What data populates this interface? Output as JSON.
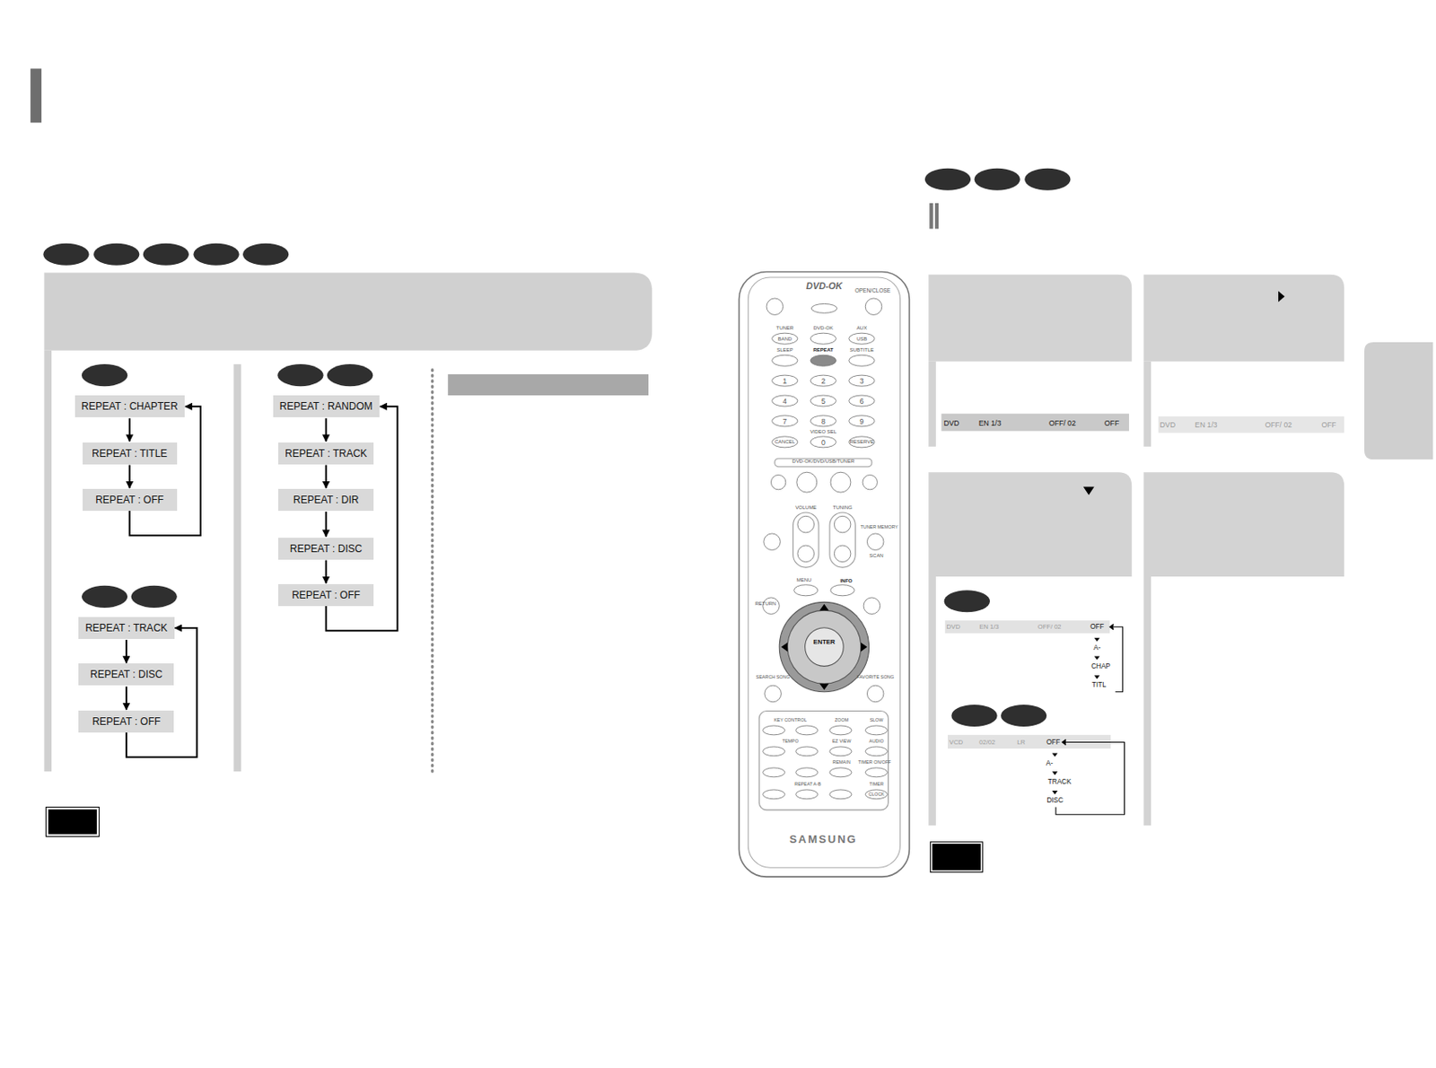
{
  "diagram": {
    "nodes": [
      {
        "text": [
          "REPEAT : CHAPTER"
        ]
      },
      {
        "text": [
          "REPEAT : TITLE"
        ]
      },
      {
        "text": [
          "REPEAT : OFF"
        ]
      },
      {
        "text": [
          "REPEAT : RANDOM"
        ]
      },
      {
        "text": [
          "REPEAT : TRACK"
        ]
      },
      {
        "text": [
          "REPEAT : DIR"
        ]
      },
      {
        "text": [
          "REPEAT : DISC"
        ]
      },
      {
        "text": [
          "REPEAT : OFF"
        ]
      },
      {
        "text": [
          "REPEAT : TRACK"
        ]
      },
      {
        "text": [
          "REPEAT : DISC"
        ]
      },
      {
        "text": [
          "REPEAT : OFF"
        ]
      }
    ],
    "edges": [
      {
        "from": 0,
        "to": 1,
        "arrow": "to"
      },
      {
        "from": 1,
        "to": 2,
        "arrow": "to"
      },
      {
        "from": 2,
        "to": 0,
        "arrow": "to"
      },
      {
        "from": 3,
        "to": 4,
        "arrow": "to"
      },
      {
        "from": 4,
        "to": 5,
        "arrow": "to"
      },
      {
        "from": 5,
        "to": 6,
        "arrow": "to"
      },
      {
        "from": 6,
        "to": 7,
        "arrow": "to"
      },
      {
        "from": 7,
        "to": 3,
        "arrow": "to"
      },
      {
        "from": 8,
        "to": 9,
        "arrow": "to"
      },
      {
        "from": 9,
        "to": 10,
        "arrow": "to"
      },
      {
        "from": 10,
        "to": 8,
        "arrow": "to"
      }
    ],
    "labels": [
      "DVD-OK",
      "OPEN/CLOSE",
      "TUNER",
      "DVD-OK",
      "AUX",
      "BAND",
      "USB",
      "SLEEP",
      "REPEAT",
      "SUBTITLE",
      "1",
      "2",
      "3",
      "4",
      "5",
      "6",
      "7",
      "8",
      "9",
      "CANCEL",
      "VIDEO SEL",
      "0",
      "RESERVE",
      "DVD-OK/DVD/USB/TUNER",
      "VOLUME",
      "TUNING",
      "TUNER MEMORY",
      "SCAN",
      "MENU",
      "INFO",
      "RETURN",
      "ENTER",
      "SEARCH SONG",
      "FAVORITE SONG",
      "KEY CONTROL",
      "ZOOM",
      "SLOW",
      "TEMPO",
      "EZ VIEW",
      "AUDIO",
      "REMAIN",
      "TIMER ON/OFF",
      "REPEAT A-B",
      "TIMER",
      "CLOCK",
      "SAMSUNG",
      "DVD",
      "EN 1/3",
      "OFF/ 02",
      "OFF",
      "DVD",
      "EN 1/3",
      "OFF/ 02",
      "OFF",
      "DVD",
      "EN 1/3",
      "OFF/ 02",
      "OFF",
      "A-",
      "CHAP",
      "TITL",
      "VCD",
      "02/02",
      "LR",
      "OFF",
      "A-",
      "TRACK",
      "DISC"
    ]
  }
}
